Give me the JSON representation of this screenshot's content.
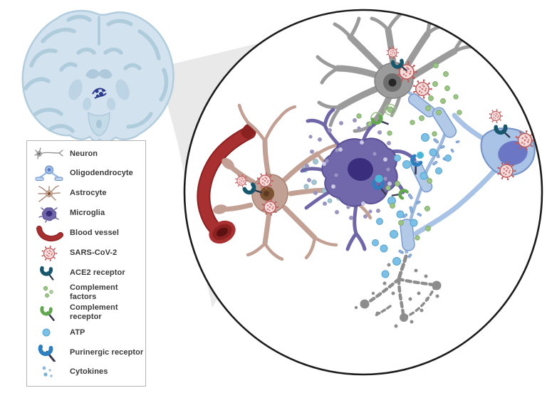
{
  "legend": {
    "items": [
      {
        "label": "Neuron",
        "icon": "neuron-icon"
      },
      {
        "label": "Oligodendrocyte",
        "icon": "oligodendrocyte-icon"
      },
      {
        "label": "Astrocyte",
        "icon": "astrocyte-icon"
      },
      {
        "label": "Microglia",
        "icon": "microglia-icon"
      },
      {
        "label": "Blood vessel",
        "icon": "blood-vessel-icon"
      },
      {
        "label": "SARS-CoV-2",
        "icon": "sars-cov-2-icon"
      },
      {
        "label": "ACE2 receptor",
        "icon": "ace2-receptor-icon"
      },
      {
        "label": "Complement factors",
        "icon": "complement-factors-icon"
      },
      {
        "label": "Complement receptor",
        "icon": "complement-receptor-icon"
      },
      {
        "label": "ATP",
        "icon": "atp-icon"
      },
      {
        "label": "Purinergic receptor",
        "icon": "purinergic-receptor-icon"
      },
      {
        "label": "Cytokines",
        "icon": "cytokines-icon"
      }
    ]
  },
  "colors": {
    "neuron": "#9b9b9b",
    "neuron_outline": "#818181",
    "neuron_nucleus": "#6e6e6e",
    "oligodendrocyte": "#a9c3e6",
    "oligodendrocyte_outline": "#7795c7",
    "oligodendrocyte_nucleus": "#6b77c5",
    "astrocyte": "#c2a094",
    "astrocyte_outline": "#a88271",
    "astrocyte_nucleus": "#7c5134",
    "microglia": "#7168ac",
    "microglia_outline": "#5b5096",
    "microglia_nucleus": "#3a2d7d",
    "blood_vessel": "#a93030",
    "blood_vessel_dark": "#8c2121",
    "vessel_lumen": "#5c1010",
    "virus_body": "#f4dcdc",
    "virus_spikes": "#c05a5a",
    "ace2_receptor": "#17576e",
    "receptor_stick": "#39394f",
    "complement_factor": "#9cc487",
    "complement_factor_outline": "#7dac67",
    "complement_receptor": "#62a84e",
    "atp": "#7cc0e6",
    "atp_outline": "#55a3d1",
    "purinergic_receptor": "#2d7fc0",
    "cytokine_purple": "#9a94c0",
    "cytokine_blue": "#a4c4cf",
    "myelin": "#b3c9e8",
    "myelin_outline": "#7e9fd0",
    "axon_line": "#9db9de",
    "degenerated_axon": "#8d8d8d",
    "brain": "#d2e2ee",
    "brain_lines": "#aecbdd",
    "brain_deep": "#b9d2e2",
    "lesion_spot": "#2e3d90",
    "circle_outline": "#1c1c1c",
    "zoom_beam": "#e9e9e9",
    "legend_border": "#b5b5b5"
  }
}
